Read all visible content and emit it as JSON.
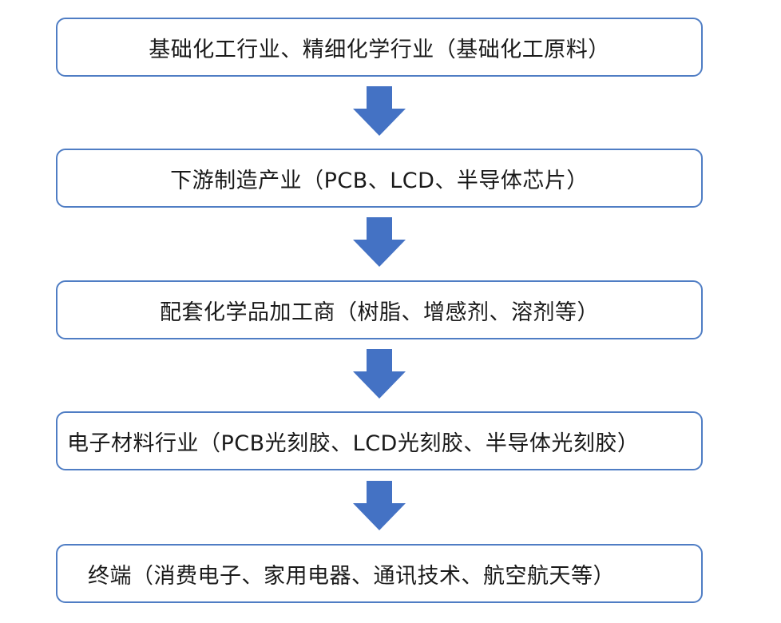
{
  "diagram": {
    "steps": [
      {
        "label": "基础化工行业、精细化学行业（基础化工原料）"
      },
      {
        "label": "下游制造产业（PCB、LCD、半导体芯片）"
      },
      {
        "label": "配套化学品加工商（树脂、增感剂、溶剂等）"
      },
      {
        "label": "电子材料行业（PCB光刻胶、LCD光刻胶、半导体光刻胶）"
      },
      {
        "label": "终端（消费电子、家用电器、通讯技术、航空航天等）"
      }
    ],
    "colors": {
      "box_border": "#4f7dc4",
      "arrow_fill": "#4472c4",
      "text": "#1a1a1a",
      "background": "#ffffff"
    },
    "arrow_icon": "down-arrow-icon"
  }
}
